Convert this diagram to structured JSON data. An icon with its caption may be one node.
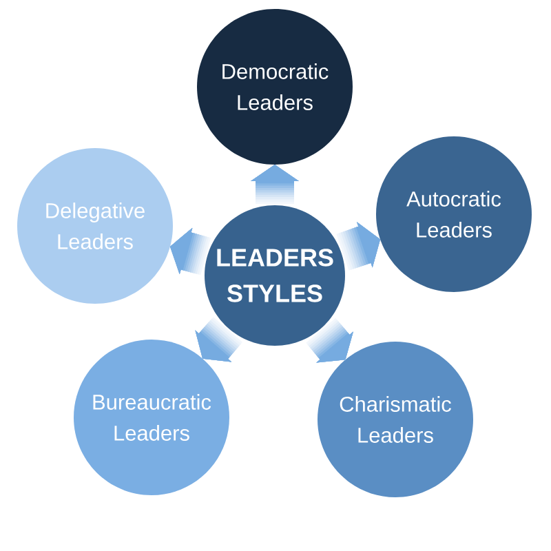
{
  "diagram": {
    "nodes": [
      {
        "text": [
          "LEADERS STYLES"
        ]
      },
      {
        "text": [
          "Democratic Leaders"
        ]
      },
      {
        "text": [
          "Autocratic Leaders"
        ]
      },
      {
        "text": [
          "Charismatic Leaders"
        ]
      },
      {
        "text": [
          "Bureaucratic Leaders"
        ]
      },
      {
        "text": [
          "Delegative Leaders"
        ]
      }
    ],
    "edges": [
      {
        "from": 0,
        "to": 1,
        "arrow": "to"
      },
      {
        "from": 0,
        "to": 2,
        "arrow": "to"
      },
      {
        "from": 0,
        "to": 3,
        "arrow": "to"
      },
      {
        "from": 0,
        "to": 4,
        "arrow": "to"
      },
      {
        "from": 0,
        "to": 5,
        "arrow": "to"
      }
    ]
  }
}
